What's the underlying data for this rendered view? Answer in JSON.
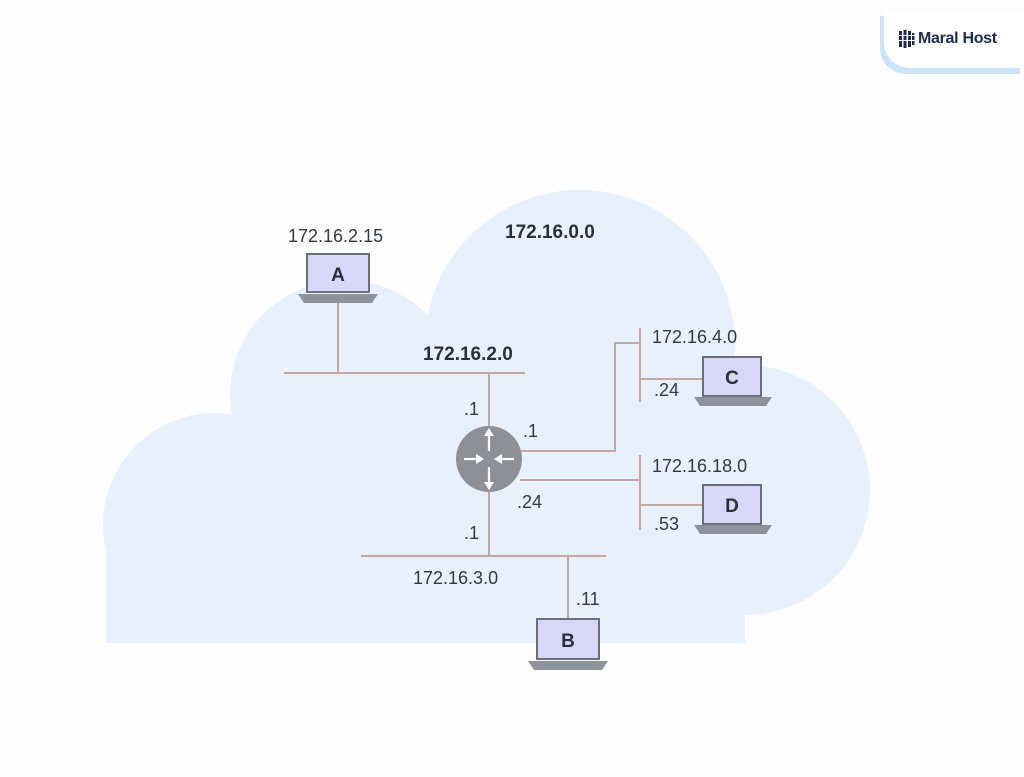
{
  "logo": {
    "text": "Maral Host",
    "icon": "server-rack-icon",
    "color": "#1d2a4e"
  },
  "network": {
    "label": "172.16.0.0",
    "cloud_color": "#e8f1fb"
  },
  "router": {
    "icon": "router-icon",
    "color": "#8f9095"
  },
  "subnets": {
    "a": {
      "label": "172.16.2.0",
      "router_port": ".1"
    },
    "b": {
      "label": "172.16.3.0",
      "router_port": ".1"
    },
    "c": {
      "label": "172.16.4.0",
      "router_port": ".1"
    },
    "d": {
      "label": "172.16.18.0",
      "router_port": ".24"
    }
  },
  "hosts": {
    "a": {
      "name": "A",
      "address": "172.16.2.15"
    },
    "b": {
      "name": "B",
      "address": ".11"
    },
    "c": {
      "name": "C",
      "address": ".24"
    },
    "d": {
      "name": "D",
      "address": ".53"
    }
  }
}
